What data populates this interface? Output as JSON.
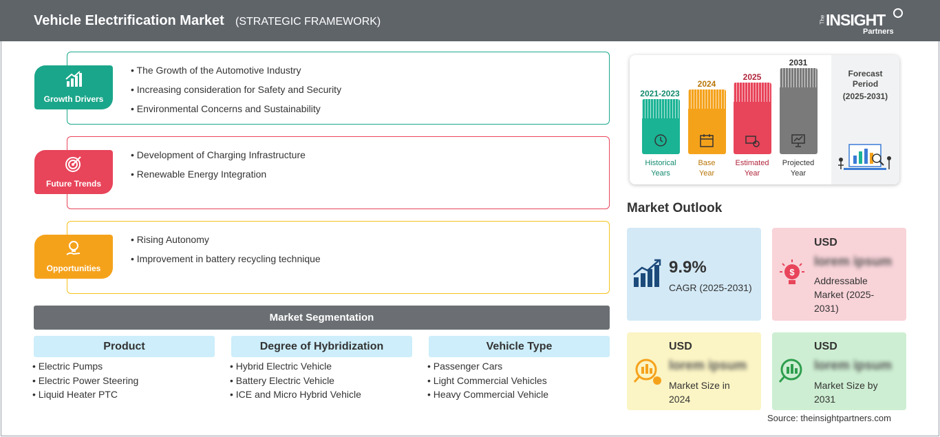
{
  "header": {
    "title": "Vehicle Electrification Market",
    "subtitle": "(STRATEGIC FRAMEWORK)",
    "logo": {
      "the": "The",
      "insight": "INSIGHT",
      "partners": "Partners"
    }
  },
  "growth_drivers": {
    "label": "Growth Drivers",
    "color": "#1aa68a",
    "items": [
      "The Growth of the Automotive Industry",
      "Increasing consideration for Safety and Security",
      "Environmental Concerns and Sustainability"
    ]
  },
  "future_trends": {
    "label": "Future Trends",
    "color": "#e8445a",
    "items": [
      "Development of Charging Infrastructure",
      "Renewable Energy Integration"
    ]
  },
  "opportunities": {
    "label": "Opportunities",
    "color": "#f5a21b",
    "items": [
      "Rising Autonomy",
      "Improvement in battery recycling technique"
    ]
  },
  "segmentation": {
    "title": "Market Segmentation",
    "columns": [
      {
        "heading": "Product",
        "items": [
          "Electric Pumps",
          "Electric Power Steering",
          "Liquid Heater PTC"
        ]
      },
      {
        "heading": "Degree of Hybridization",
        "items": [
          "Hybrid Electric Vehicle",
          "Battery Electric Vehicle",
          "ICE and Micro Hybrid Vehicle"
        ]
      },
      {
        "heading": "Vehicle Type",
        "items": [
          "Passenger Cars",
          "Light Commercial Vehicles",
          "Heavy Commercial Vehicle"
        ]
      }
    ]
  },
  "timeline": {
    "bars": [
      {
        "year": "2021-2023",
        "label1": "Historical",
        "label2": "Years",
        "color": "#1ab394",
        "text_color": "#138a6e",
        "icon": "history-icon"
      },
      {
        "year": "2024",
        "label1": "Base",
        "label2": "Year",
        "color": "#f5a21b",
        "text_color": "#b87508",
        "icon": "calendar-icon"
      },
      {
        "year": "2025",
        "label1": "Estimated",
        "label2": "Year",
        "color": "#e8445a",
        "text_color": "#b0243a",
        "icon": "estimate-icon"
      },
      {
        "year": "2031",
        "label1": "Projected",
        "label2": "Year",
        "color": "#7a7a7a",
        "text_color": "#333333",
        "icon": "projection-icon"
      }
    ],
    "forecast_title": "Forecast Period",
    "forecast_period": "(2025-2031)"
  },
  "outlook": {
    "title": "Market Outlook",
    "cagr": {
      "value": "9.9%",
      "label": "CAGR (2025-2031)",
      "bg": "#d3e9f6"
    },
    "addressable": {
      "currency": "USD",
      "value": "lorem ipsum",
      "label": "Addressable Market (2025-2031)",
      "bg": "#f8d3d8"
    },
    "size_2024": {
      "currency": "USD",
      "value": "lorem ipsum",
      "label": "Market Size in 2024",
      "bg": "#fbf4c4"
    },
    "size_2031": {
      "currency": "USD",
      "value": "lorem ipsum",
      "label": "Market Size by 2031",
      "bg": "#cdeed2"
    }
  },
  "source": "Source: theinsightpartners.com"
}
